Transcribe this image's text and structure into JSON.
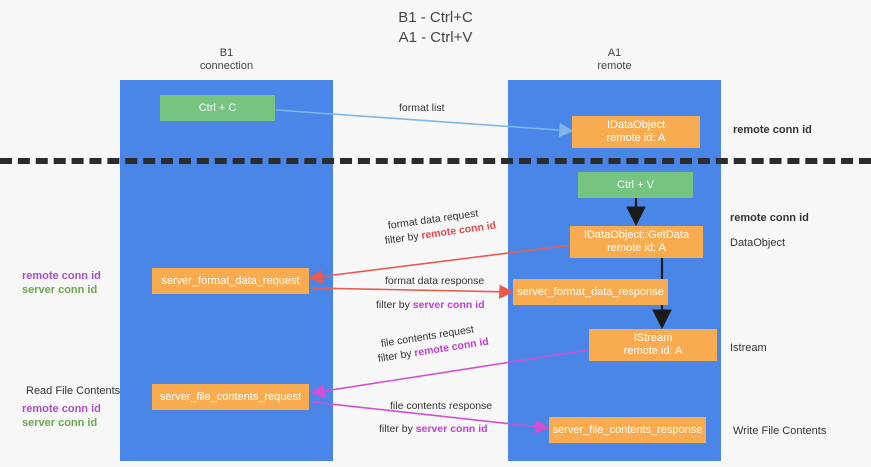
{
  "title": "B1 - Ctrl+C\nA1 - Ctrl+V",
  "columns": {
    "b1": "B1\nconnection",
    "a1": "A1\nremote"
  },
  "boxes": {
    "ctrl_c": "Ctrl + C",
    "ctrl_v": "Ctrl + V",
    "idataobject_line1": "IDataObject",
    "idataobject_line2": "remote id: A",
    "getdata_line1": "IDataObject::GetData",
    "getdata_line2": "remote id: A",
    "istream_line1": "IStream",
    "istream_line2": "remote id: A",
    "server_format_data_request": "server_format_data_request",
    "server_format_data_response": "server_format_data_response",
    "server_file_contents_request": "server_file_contents_request",
    "server_file_contents_response": "server_file_contents_response"
  },
  "arrow_labels": {
    "format_list": "format list",
    "format_data_request": "format data request",
    "filter_by": "filter by ",
    "remote_conn_id": "remote conn id",
    "server_conn_id": "server conn id",
    "format_data_response": "format data response",
    "file_contents_request": "file contents request",
    "file_contents_response": "file contents response"
  },
  "side_labels": {
    "remote_conn_id": "remote conn id",
    "server_conn_id": "server conn id",
    "read_file_contents": "Read File Contents",
    "write_file_contents": "Write File Contents",
    "dataobject": "DataObject",
    "istream": "Istream"
  },
  "colors": {
    "lane": "#4a86e8",
    "green_box": "#76c47f",
    "orange_box": "#f9ab50",
    "purple": "#a94fc4",
    "green_text": "#6aa84f",
    "red_arrow": "#ea5a4f",
    "magenta_arrow": "#d14fd1",
    "blue_arrow": "#7eb6e8",
    "dark_arrow": "#1a1a1a",
    "background": "#f7f7f7"
  }
}
